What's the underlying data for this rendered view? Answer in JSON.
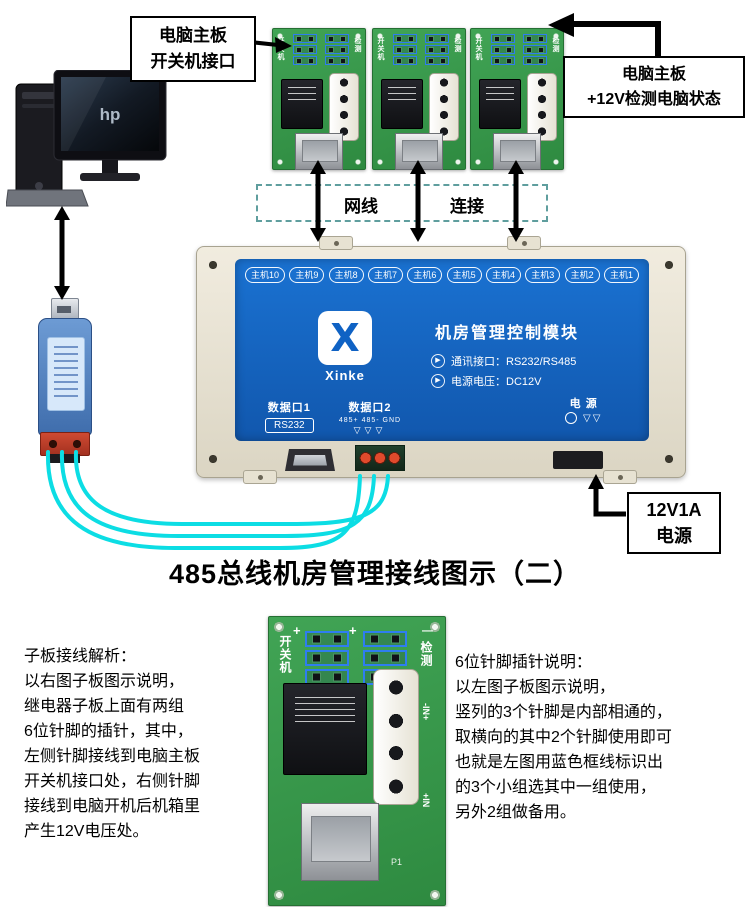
{
  "title": "485总线机房管理接线图示（二）",
  "boxes": {
    "switch_line1": "电脑主板",
    "switch_line2": "开关机接口",
    "detect_line1": "电脑主板",
    "detect_line2": "+12V检测电脑状态",
    "psu_line1": "12V1A",
    "psu_line2": "电源"
  },
  "dashed_box": {
    "net_cable": "网线",
    "connect": "连接"
  },
  "computer": {
    "brand": "hp"
  },
  "module": {
    "hosts": [
      "主机10",
      "主机9",
      "主机8",
      "主机7",
      "主机6",
      "主机5",
      "主机4",
      "主机3",
      "主机2",
      "主机1"
    ],
    "logo_letter": "X",
    "logo_text": "Xinke",
    "name": "机房管理控制模块",
    "spec_icon": "▶",
    "spec_comm": "通讯接口：RS232/RS485",
    "spec_power": "电源电压：DC12V",
    "port1_label": "数据口1",
    "port1_type": "RS232",
    "port2_label": "数据口2",
    "port2_pins": "485+ 485- GND",
    "port2_triangles": "▽▽▽",
    "power_label": "电 源",
    "power_triangles": "▽▽"
  },
  "board_labels": {
    "switch": "开关机",
    "detect": "检测",
    "plus": "+",
    "dash": "—",
    "in_top": "-IN+",
    "in_bottom": "+IN",
    "p1": "P1"
  },
  "notes_left": {
    "lines": [
      "子板接线解析：",
      "以右图子板图示说明，",
      "继电器子板上面有两组",
      "6位针脚的插针，其中，",
      "左侧针脚接线到电脑主板",
      "开关机接口处，右侧针脚",
      "接线到电脑开机后机箱里",
      "产生12V电压处。"
    ]
  },
  "notes_right": {
    "lines": [
      "6位针脚插针说明：",
      "以左图子板图示说明，",
      "竖列的3个针脚是内部相通的，",
      "取横向的其中2个针脚使用即可",
      "也就是左图用蓝色框线标识出",
      "的3个小组选其中一组使用，",
      "另外2组做备用。"
    ]
  },
  "colors": {
    "pcb_green": "#359347",
    "panel_blue": "#1668c8",
    "wire_cyan": "#0cdde4",
    "case_beige": "#e9e4d5",
    "pin_frame_blue": "#2f7df0"
  }
}
